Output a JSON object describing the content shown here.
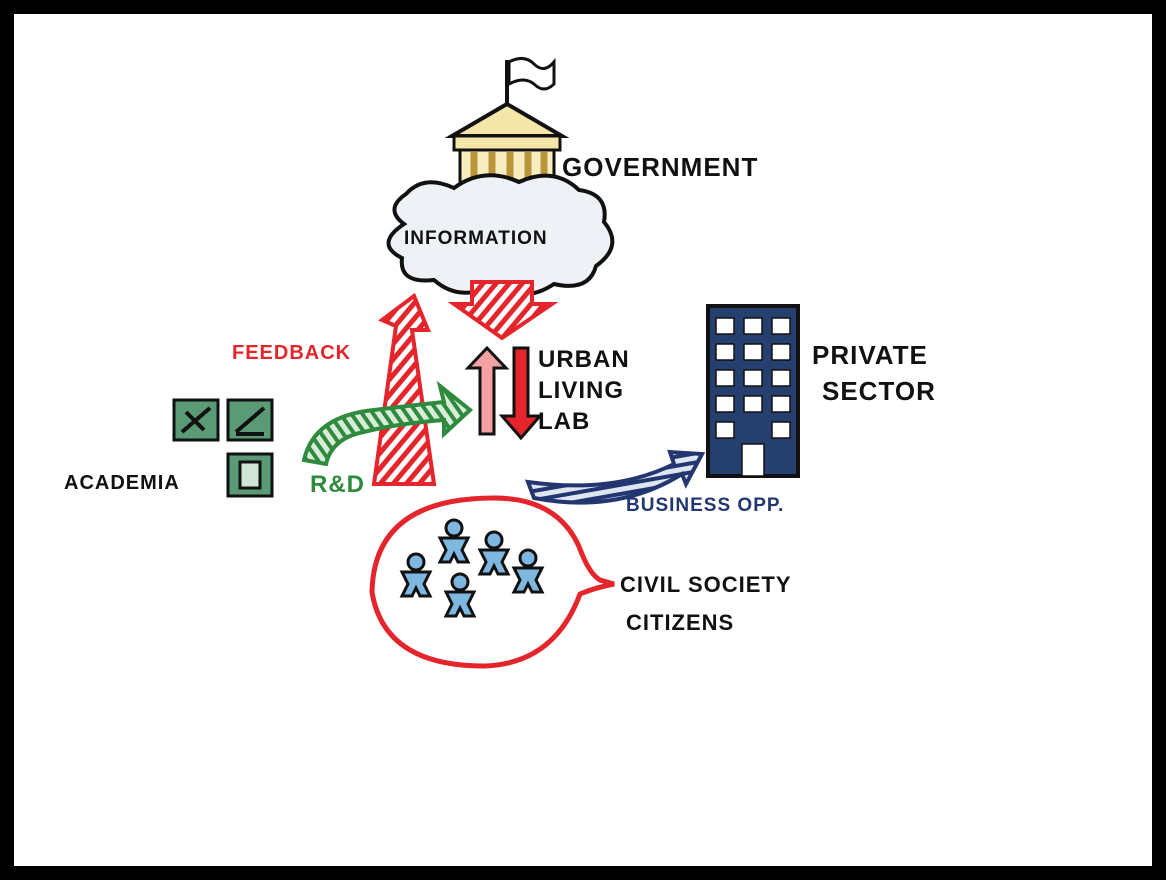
{
  "labels": {
    "government": "GOVERNMENT",
    "information": "INFORMATION",
    "feedback": "FEEDBACK",
    "urban_living_lab": [
      "URBAN",
      "LIVING",
      "LAB"
    ],
    "private_sector": [
      "PRIVATE",
      "SECTOR"
    ],
    "academia": "ACADEMIA",
    "rnd": "R&D",
    "business_opp": "BUSINESS OPP.",
    "civil_society": [
      "CIVIL SOCIETY",
      "CITIZENS"
    ]
  },
  "colors": {
    "frame": "#000000",
    "background": "#ffffff",
    "government_building": "#f3e6a8",
    "cloud": "#eef1f6",
    "feedback": "#e4252b",
    "rnd": "#2e8a3c",
    "business": "#23366f",
    "private_building": "#25406f",
    "citizens": "#7eb8e0",
    "academia_icons": "#5a9a74"
  }
}
